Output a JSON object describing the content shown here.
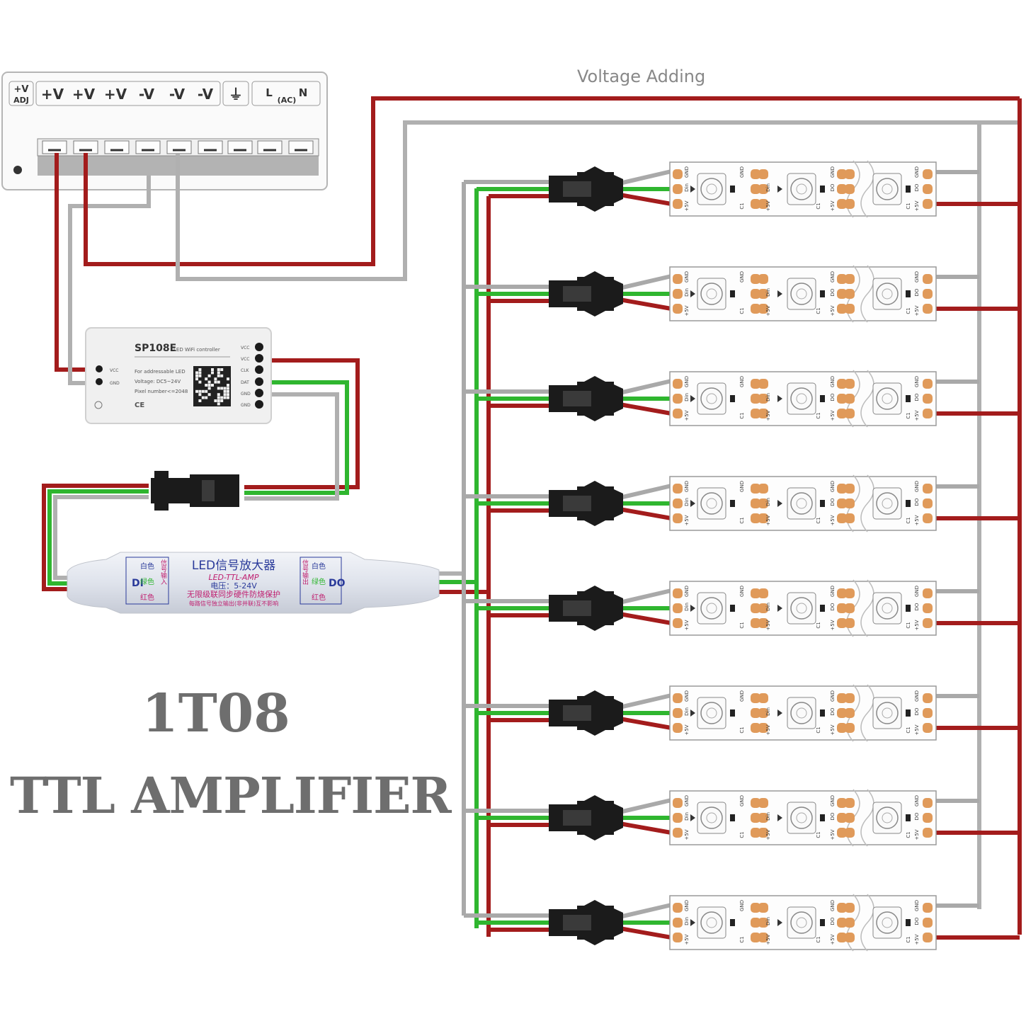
{
  "title_line1": "1T08",
  "title_line2": "TTL AMPLIFIER",
  "voltage_label": "Voltage Adding",
  "power_supply": {
    "terminals": [
      "+V ADJ",
      "+V",
      "+V",
      "+V",
      "-V",
      "-V",
      "-V",
      "⏚",
      "L (AC) N"
    ],
    "adj_top": "+V",
    "adj_bottom": "ADJ",
    "ac_left": "L",
    "ac_mid": "(AC)",
    "ac_right": "N"
  },
  "controller": {
    "model": "SP108E",
    "subtitle": "LED WiFi controller",
    "line1": "For addressable LED",
    "line2": "Voltage: DC5~24V",
    "line3": "Pixel number<=2048",
    "pins": [
      "VCC",
      "VCC",
      "CLK",
      "DAT",
      "GND",
      "GND"
    ],
    "power_pins": [
      "VCC",
      "GND"
    ],
    "marks": "CE"
  },
  "amplifier": {
    "title": "LED信号放大器",
    "subtitle": "LED-TTL-AMP",
    "voltage": "电压：5-24V",
    "line1": "无限级联同步硬件防烧保护",
    "line2": "每路信号独立输出(非并联)互不影响",
    "in_label": "DI",
    "out_label": "DO",
    "wire_white": "白色",
    "wire_green": "绿色",
    "wire_red": "红色",
    "in_side": "信号输入",
    "out_side": "信号输出"
  },
  "strip_labels": {
    "plus5v": "+5V",
    "din": "Din",
    "dout": "DO",
    "gnd": "GND",
    "c1": "C1"
  },
  "colors": {
    "red_wire": "#a31c1c",
    "green_wire": "#2fb62f",
    "gray_wire": "#a9a9a9",
    "pad": "#e09a5a",
    "connector": "#1b1b1b"
  },
  "strip_count": 8
}
